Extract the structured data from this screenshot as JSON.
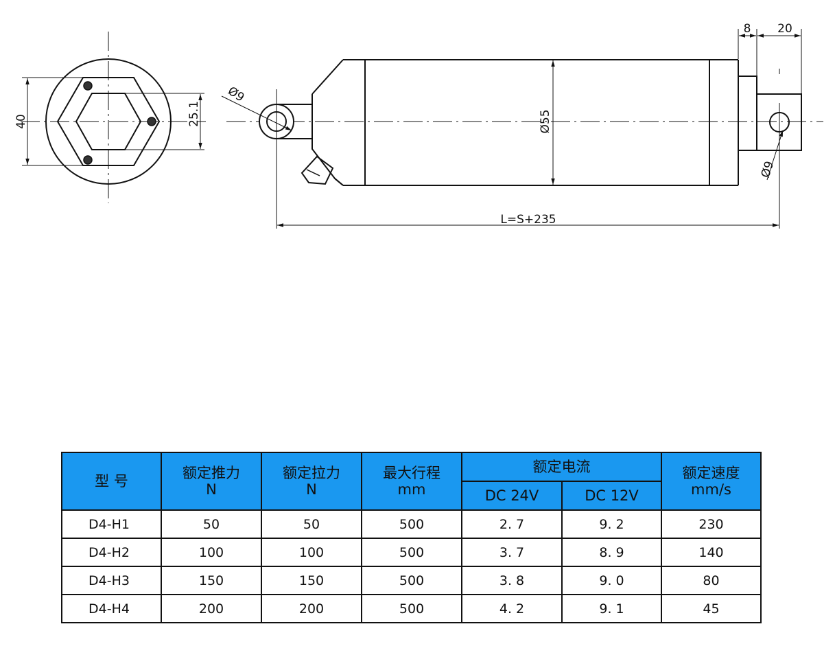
{
  "drawing": {
    "dims": {
      "end_diameter": "40",
      "hex_width": "25.1",
      "pin_left": "Ø9",
      "body_diameter": "Ø55",
      "pin_right": "Ø9",
      "dim_8": "8",
      "dim_20": "20",
      "length": "L=S+235"
    }
  },
  "table": {
    "headers": {
      "model": "型 号",
      "push_force": "额定推力",
      "push_unit": "N",
      "pull_force": "额定拉力",
      "pull_unit": "N",
      "stroke": "最大行程",
      "stroke_unit": "mm",
      "current": "额定电流",
      "current_24v": "DC 24V",
      "current_12v": "DC 12V",
      "speed": "额定速度",
      "speed_unit": "mm/s"
    },
    "rows": [
      {
        "model": "D4-H1",
        "push": "50",
        "pull": "50",
        "stroke": "500",
        "c24": "2. 7",
        "c12": "9. 2",
        "speed": "230"
      },
      {
        "model": "D4-H2",
        "push": "100",
        "pull": "100",
        "stroke": "500",
        "c24": "3. 7",
        "c12": "8. 9",
        "speed": "140"
      },
      {
        "model": "D4-H3",
        "push": "150",
        "pull": "150",
        "stroke": "500",
        "c24": "3. 8",
        "c12": "9. 0",
        "speed": "80"
      },
      {
        "model": "D4-H4",
        "push": "200",
        "pull": "200",
        "stroke": "500",
        "c24": "4. 2",
        "c12": "9. 1",
        "speed": "45"
      }
    ],
    "header_color": "#1a98f0"
  }
}
